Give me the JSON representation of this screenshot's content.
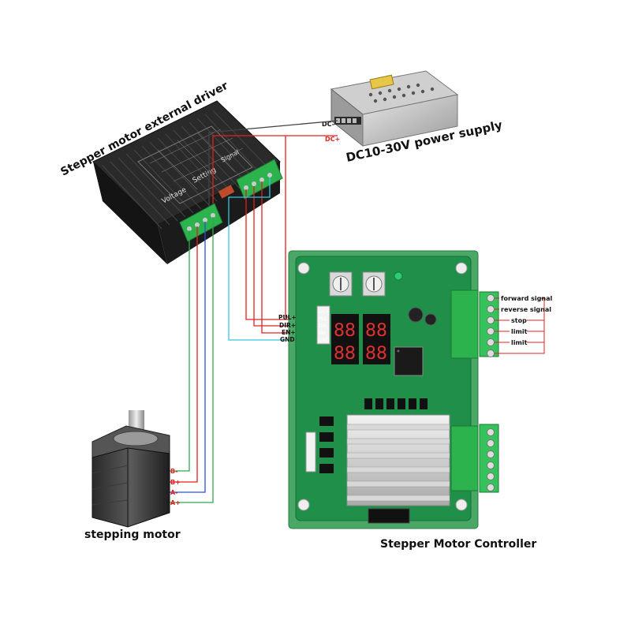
{
  "driver": {
    "title": "Stepper motor external driver",
    "section_voltage": "Voltage",
    "section_setting": "Setting",
    "section_signal": "Signal"
  },
  "power_supply": {
    "title": "DC10-30V power supply",
    "dc_minus": "DC-",
    "dc_plus": "DC+"
  },
  "controller": {
    "title": "Stepper Motor Controller",
    "pins": [
      "PUL+",
      "DIR+",
      "EN+",
      "GND"
    ],
    "header_pins": [
      "DC+",
      "PUL",
      "DIR",
      "EN",
      "GND"
    ],
    "terminals": [
      "forward signal",
      "reverse signal",
      "stop",
      "limit",
      "limit"
    ]
  },
  "motor": {
    "title": "stepping motor",
    "pins": [
      "B-",
      "B+",
      "A-",
      "A+"
    ]
  },
  "colors": {
    "wire_red": "#e02020",
    "wire_cyan": "#35c8e0",
    "wire_green": "#2fa84a",
    "wire_blue": "#2850d8",
    "wire_dark": "#444444",
    "pcb_green": "#1f8f49",
    "terminal_green": "#2db34e",
    "driver_black": "#1b1b1b"
  }
}
